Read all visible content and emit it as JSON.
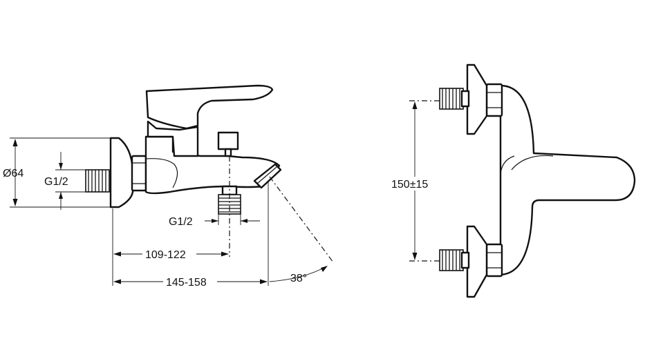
{
  "labels": {
    "diameter": "Ø64",
    "thread_inlet": "G1/2",
    "thread_outlet": "G1/2",
    "length_short": "109-122",
    "length_long": "145-158",
    "angle": "38°",
    "center_distance": "150±15"
  },
  "colors": {
    "line": "#111111",
    "background": "#ffffff"
  }
}
